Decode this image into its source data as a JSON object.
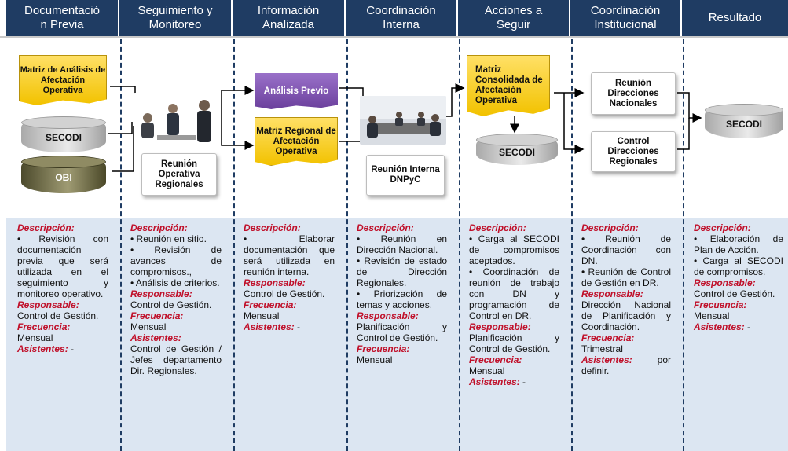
{
  "headers": [
    {
      "line1": "Documentació",
      "line2": "n Previa"
    },
    {
      "line1": "Seguimiento y",
      "line2": "Monitoreo"
    },
    {
      "line1": "Información",
      "line2": "Analizada"
    },
    {
      "line1": "Coordinación",
      "line2": "Interna"
    },
    {
      "line1": "Acciones a",
      "line2": "Seguir"
    },
    {
      "line1": "Coordinación",
      "line2": "Institucional"
    },
    {
      "line1": "Resultado",
      "line2": ""
    }
  ],
  "shapes": {
    "matriz_analisis": "Matriz de Análisis de Afectación Operativa",
    "secodi_1": "SECODI",
    "obi": "OBI",
    "reunion_operativa": "Reunión Operativa Regionales",
    "analisis_previo": "Análisis Previo",
    "matriz_regional": "Matriz Regional de Afectación Operativa",
    "reunion_interna": "Reunión Interna DNPyC",
    "matriz_consolidada": "Matriz Consolidada de Afectación Operativa",
    "secodi_2": "SECODI",
    "reunion_direcciones": "Reunión Direcciones Nacionales",
    "control_direcciones": "Control Direcciones Regionales",
    "secodi_3": "SECODI"
  },
  "labels": {
    "descripcion": "Descripción:",
    "responsable": "Responsable:",
    "frecuencia": "Frecuencia:",
    "asistentes": "Asistentes:"
  },
  "columns": [
    {
      "items": [
        "• Revisión con documentación previa que será utilizada en el seguimiento y monitoreo operativo."
      ],
      "responsable": "Control de Gestión.",
      "frecuencia": "Mensual",
      "asistentes": "-"
    },
    {
      "items": [
        "• Reunión en sitio.",
        "• Revisión de avances de compromisos.,",
        "• Análisis de criterios."
      ],
      "responsable": "Control de Gestión.",
      "frecuencia": "Mensual",
      "asistentes": "Control de Gestión / Jefes departamento Dir. Regionales."
    },
    {
      "items": [
        "• Elaborar documentación que será utilizada en reunión interna."
      ],
      "responsable": "Control de Gestión.",
      "frecuencia": "Mensual",
      "asistentes": "-"
    },
    {
      "items": [
        "• Reunión en Dirección Nacional.",
        "• Revisión de estado de Dirección Regionales.",
        "• Priorización de temas y acciones."
      ],
      "responsable": "Planificación y Control de Gestión.",
      "frecuencia": "Mensual",
      "asistentes": ""
    },
    {
      "items": [
        "• Carga al SECODI de compromisos aceptados.",
        "• Coordinación de reunión de trabajo con DN y programación de Control en DR."
      ],
      "responsable": "Planificación y Control de Gestión.",
      "frecuencia": "Mensual",
      "asistentes": "-"
    },
    {
      "items": [
        "• Reunión de Coordinación con DN.",
        "• Reunión de Control de Gestión en DR."
      ],
      "responsable": "Dirección Nacional de Planificación y Coordinación.",
      "frecuencia": "Trimestral",
      "asistentes": "por definir."
    },
    {
      "items": [
        "• Elaboración de Plan de Acción.",
        "• Carga al SECODI de compromisos."
      ],
      "responsable": "Control de Gestión.",
      "frecuencia": "Mensual",
      "asistentes": "-"
    }
  ],
  "colors": {
    "header": "#1f3c63",
    "desc_background": "#dce6f2",
    "label_red": "#c0102a",
    "yellow": "#f2c200",
    "purple": "#6a3f9c"
  }
}
